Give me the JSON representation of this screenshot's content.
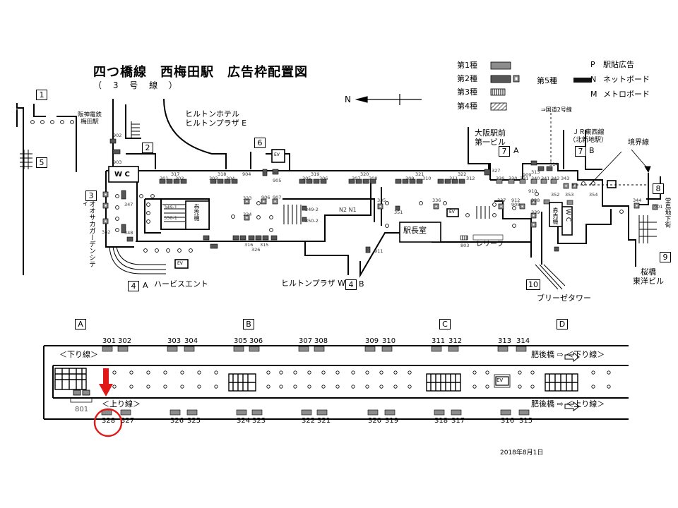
{
  "title": "四つ橋線　西梅田駅　広告枠配置図",
  "subtitle": "（ 3 号 線 ）",
  "date": "2018年8月1日",
  "compass": "N",
  "legend": {
    "items": [
      {
        "label": "第1種",
        "symbol": "gray-box"
      },
      {
        "label": "第2種",
        "symbol": "dark-box-with-square"
      },
      {
        "label": "第3種",
        "symbol": "striped-box"
      },
      {
        "label": "第4種",
        "symbol": "hatched-box"
      },
      {
        "label": "第5種",
        "symbol": "black-bar"
      }
    ],
    "right": [
      {
        "key": "P",
        "text": "駅貼広告"
      },
      {
        "key": "N",
        "text": "ネットボード"
      },
      {
        "key": "M",
        "text": "メトロボード"
      }
    ]
  },
  "exits": {
    "e1": "1",
    "e2": "2",
    "e3": "3",
    "e4": "4",
    "e4a": "A",
    "e4w": "4",
    "e4b": "B",
    "e5": "5",
    "e6": "6",
    "e7a": "7",
    "e7aa": "A",
    "e7b": "7",
    "e7bb": "B",
    "e8": "8",
    "e9": "9",
    "e10": "10"
  },
  "places": {
    "hanshin": "阪神電鉄\n梅田駅",
    "hilton": "ヒルトンホテル\nヒルトンプラザ E",
    "osaka_ekimae": "大阪駅前\n第一ビル",
    "jr_tozai": "ＪＲ東西線\n（北新地駅）",
    "kokudo": "⇒国道2号線",
    "kyokai": "境界線",
    "dojima": "堂島地下街",
    "sakurabashi": "桜橋\n東洋ビル",
    "breeze": "ブリーゼタワー",
    "herbis": "ハービスエント",
    "hilton_w": "ヒルトンプラザ W",
    "osaka_garden": "オオサカガーデンシティ",
    "ekichoshitsu": "駅長室",
    "relief": "レリーフ",
    "wc": "W C",
    "kenbaiki": "券売機",
    "ev": "EV"
  },
  "concourse_labels": [
    "301",
    "302",
    "317",
    "303",
    "318",
    "304",
    "904",
    "305",
    "319",
    "306",
    "307",
    "320",
    "308",
    "309",
    "321",
    "310",
    "311",
    "322",
    "312",
    "327",
    "313",
    "329",
    "314",
    "330",
    "331",
    "340",
    "341",
    "342",
    "343",
    "315",
    "316",
    "326",
    "349-1",
    "350-1",
    "349-2",
    "350-2",
    "347",
    "348",
    "333",
    "334",
    "332",
    "335",
    "336",
    "337",
    "338",
    "339",
    "351",
    "352",
    "353",
    "354",
    "344",
    "901",
    "902",
    "903",
    "905",
    "906",
    "907",
    "908",
    "909",
    "910",
    "911",
    "912",
    "803",
    "N2 N1"
  ],
  "platform": {
    "sections": [
      "A",
      "B",
      "C",
      "D"
    ],
    "top_pairs": [
      [
        "301",
        "302"
      ],
      [
        "303",
        "304"
      ],
      [
        "305",
        "306"
      ],
      [
        "307",
        "308"
      ],
      [
        "309",
        "310"
      ],
      [
        "311",
        "312"
      ],
      [
        "313",
        "314"
      ]
    ],
    "bottom_pairs": [
      [
        "328",
        "327"
      ],
      [
        "326",
        "325"
      ],
      [
        "324",
        "323"
      ],
      [
        "322",
        "321"
      ],
      [
        "320",
        "319"
      ],
      [
        "318",
        "317"
      ],
      [
        "316",
        "315"
      ]
    ],
    "downline_left": "＜下り線＞",
    "upline_left": "＜上り線＞",
    "downline_right": "肥後橋 ⇨ ＜下り線＞",
    "upline_right": "肥後橋 ⇨ ＜上り線＞",
    "extra": "801",
    "ev": "EV",
    "highlight": "328"
  },
  "colors": {
    "gray": "#8c8c8c",
    "dark": "#555555",
    "highlight": "#e01818",
    "line": "#000000"
  }
}
